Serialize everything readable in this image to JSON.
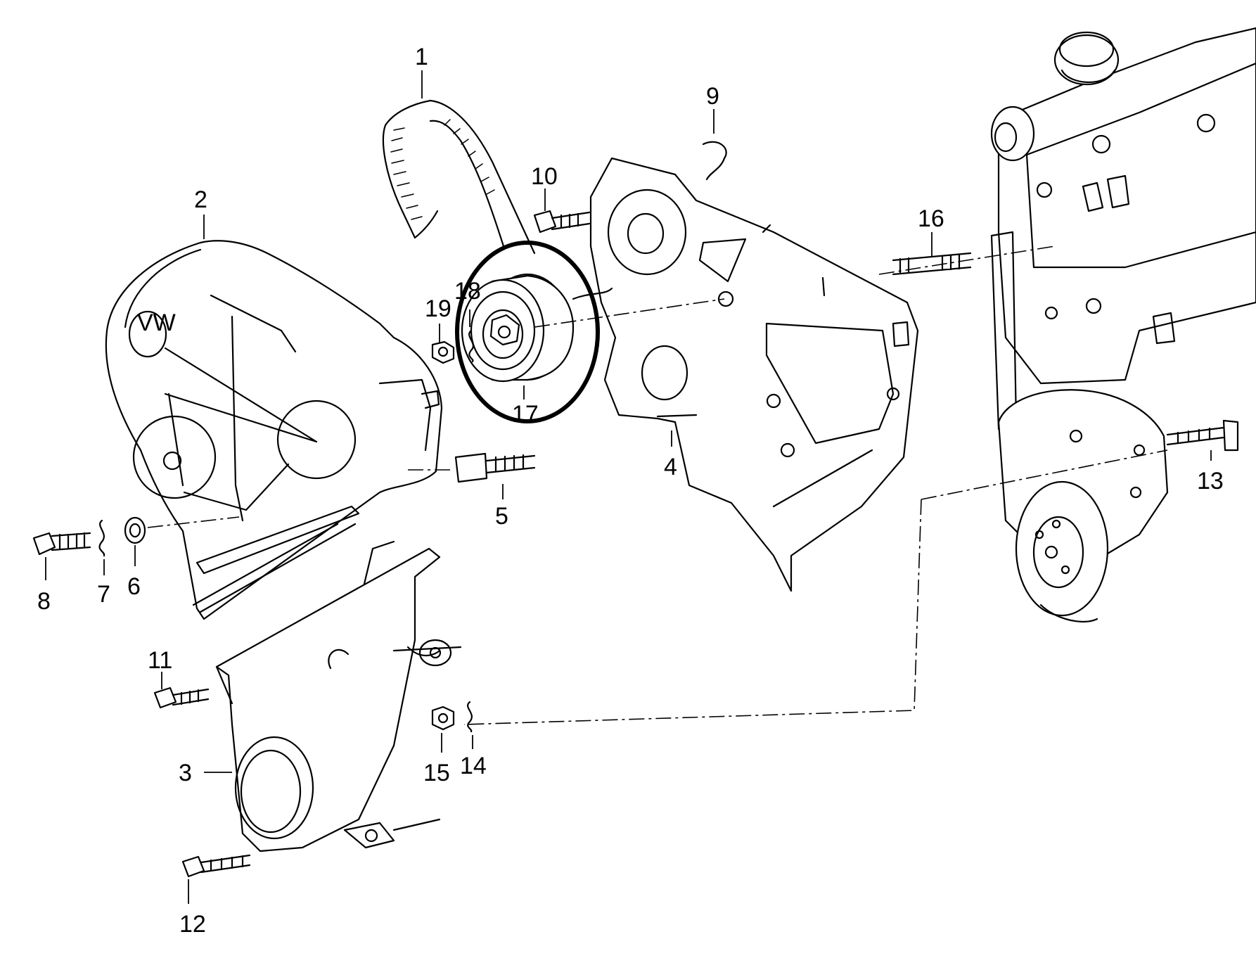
{
  "highlight_color": "#000000",
  "callouts": {
    "c1": "1",
    "c2": "2",
    "c3": "3",
    "c4": "4",
    "c5": "5",
    "c6": "6",
    "c7": "7",
    "c8": "8",
    "c9": "9",
    "c10": "10",
    "c11": "11",
    "c12": "12",
    "c13": "13",
    "c14": "14",
    "c15": "15",
    "c16": "16",
    "c17": "17",
    "c18": "18",
    "c19": "19"
  },
  "highlighted_part": "17"
}
